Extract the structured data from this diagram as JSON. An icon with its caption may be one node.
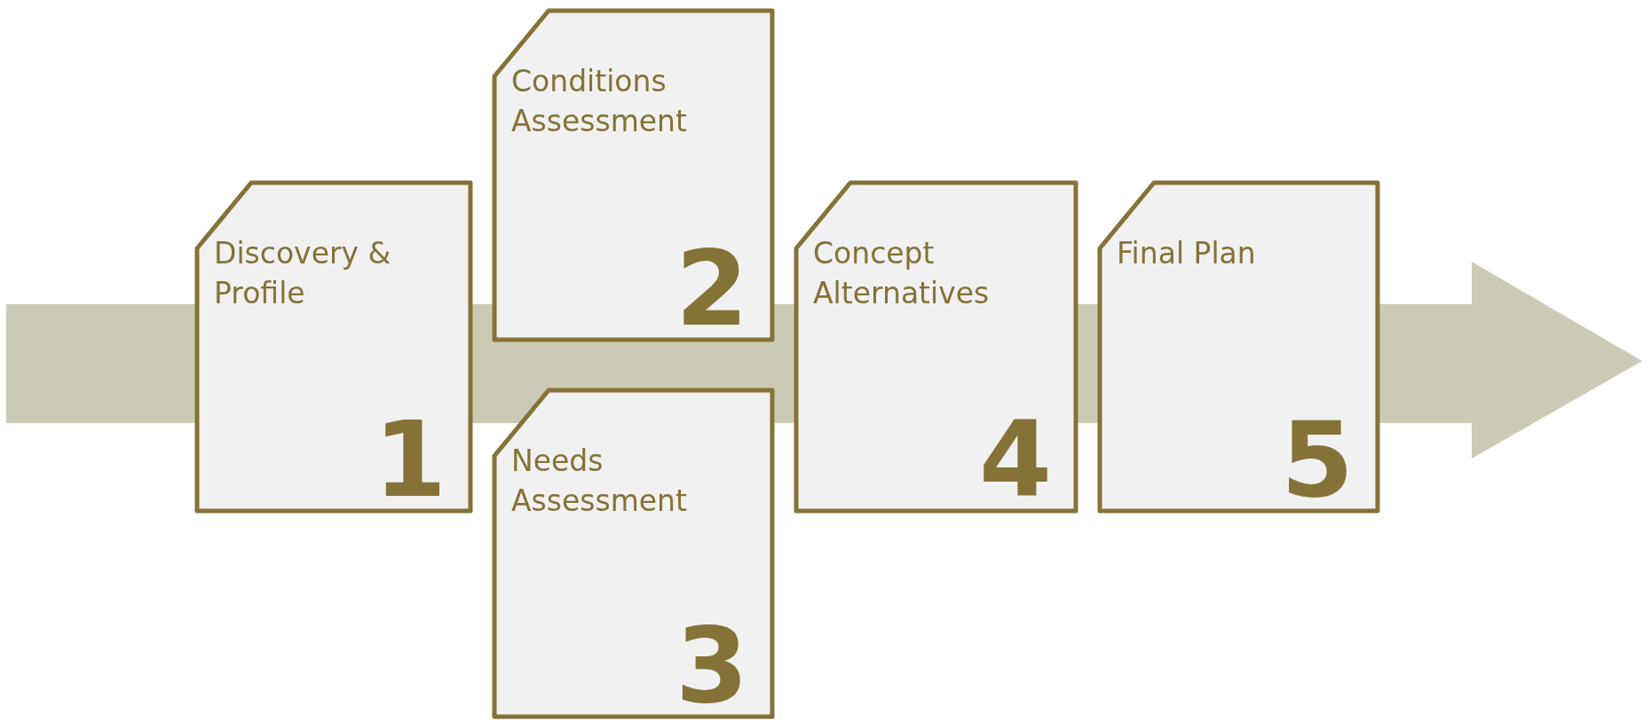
{
  "diagram": {
    "nodes": [
      {
        "text": [
          "Discovery & Profile",
          "1"
        ]
      },
      {
        "text": [
          "Conditions Assessment",
          "2"
        ]
      },
      {
        "text": [
          "Needs Assessment",
          "3"
        ]
      },
      {
        "text": [
          "Concept Alternatives",
          "4"
        ]
      },
      {
        "text": [
          "Final Plan",
          "5"
        ]
      }
    ]
  }
}
